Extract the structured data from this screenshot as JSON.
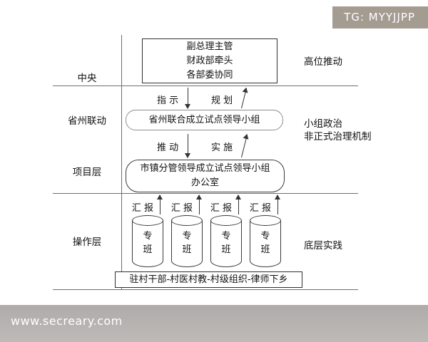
{
  "watermarks": {
    "top_right": "TG: MYYJJPP",
    "bottom_site": "www.secreary.com"
  },
  "layers_left": [
    "中央",
    "省州联动",
    "项目层",
    "操作层"
  ],
  "annotations_right": [
    "高位推动",
    "小组政治",
    "非正式治理机制",
    "底层实践"
  ],
  "diagram": {
    "top_box": {
      "lines": [
        "副总理主管",
        "财政部牵头",
        "各部委协同"
      ]
    },
    "flow1": {
      "down_label": "指 示",
      "up_label": "规 划"
    },
    "joint_group_box": "省州联合成立试点领导小组",
    "flow2": {
      "down_label": "推 动",
      "up_label": "实 施"
    },
    "office_box": {
      "lines": [
        "市镇分管领导成立试点领导小组",
        "办公室"
      ]
    },
    "report_labels": [
      "汇 报",
      "汇 报",
      "汇 报",
      "汇 报"
    ],
    "cylinders": [
      {
        "top": "专",
        "bottom": "班"
      },
      {
        "top": "专",
        "bottom": "班"
      },
      {
        "top": "专",
        "bottom": "班"
      },
      {
        "top": "专",
        "bottom": "班"
      }
    ],
    "bottom_box": "驻村干部-村医村教-村级组织-律师下乡"
  },
  "colors": {
    "divider_line": "#6e6e6e",
    "box_border": "#2f2f2f",
    "watermark_badge_bg": "#a49b91",
    "bottom_bar_bg": "#b1aeac",
    "text": "#111111"
  }
}
